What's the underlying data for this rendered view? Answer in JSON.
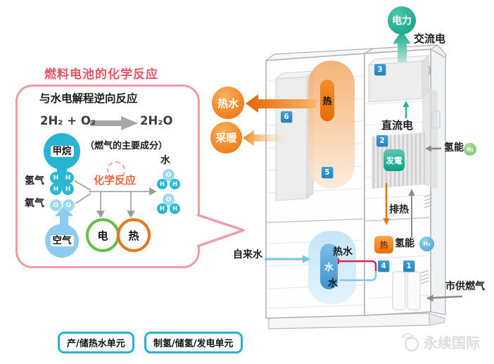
{
  "title": "燃料电池的化学反应",
  "callout": {
    "subtitle": "与水电解程逆向反应",
    "eq_left": "2H₂ + O₂",
    "eq_right": "2H₂O",
    "methane": "甲烷",
    "methane_note": "（燃气的主要成分）",
    "hydrogen": "氢气",
    "oxygen": "氧气",
    "air": "空气",
    "reaction": "化学反应",
    "water": "水",
    "electricity": "电",
    "heat": "热",
    "h": "H",
    "o": "O"
  },
  "system": {
    "power": "电力",
    "ac": "交流电",
    "dc": "直流电",
    "hot_water": "热水",
    "heating": "采暖",
    "heat_pill": "热",
    "generation": "发電",
    "exhaust": "排热",
    "h2_in_label": "氢能",
    "h2_store_label": "氢能",
    "h2": "H₂",
    "heat_box": "热",
    "tap_water": "自来水",
    "tank_hot": "热水",
    "tank_cold": "水",
    "water_pill": "水",
    "city_gas": "市供燃气",
    "badge1": "1",
    "badge2": "2",
    "badge3": "3",
    "badge4": "4",
    "badge5": "5",
    "badge6": "6"
  },
  "legend": {
    "unit1": "产/储热水单元",
    "unit2": "制氢/储氢/发电单元"
  },
  "watermark": "永续国际",
  "colors": {
    "title_red": "#e85467",
    "callout_pink": "#f29aa6",
    "teal": "#2ab7d6",
    "teal_green": "#0d9c82",
    "orange": "#e96c05",
    "light_blue": "#8ecbf0",
    "green_ring": "#64bf48",
    "orange_ring": "#e8761c",
    "badge_blue": "#2e96d4",
    "cyan_border": "#25b2d8",
    "red_line": "#d62a50",
    "blue_line": "#85c6e8"
  }
}
